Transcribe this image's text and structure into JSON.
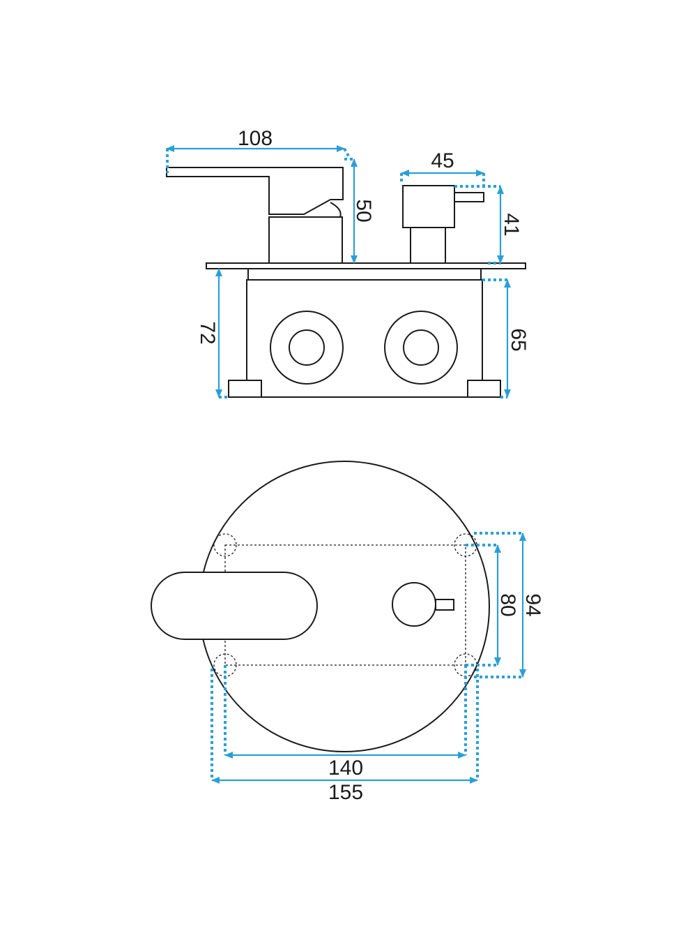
{
  "dimension_color": "#2a9fd6",
  "line_color": "#1a1a1a",
  "side_view": {
    "lever_length": "108",
    "lever_height": "50",
    "diverter_width": "45",
    "diverter_height": "41",
    "body_depth_total": "72",
    "body_depth": "65"
  },
  "front_view": {
    "mount_height_inner": "80",
    "mount_height_outer": "94",
    "mount_width_inner": "140",
    "mount_width_outer": "155"
  }
}
